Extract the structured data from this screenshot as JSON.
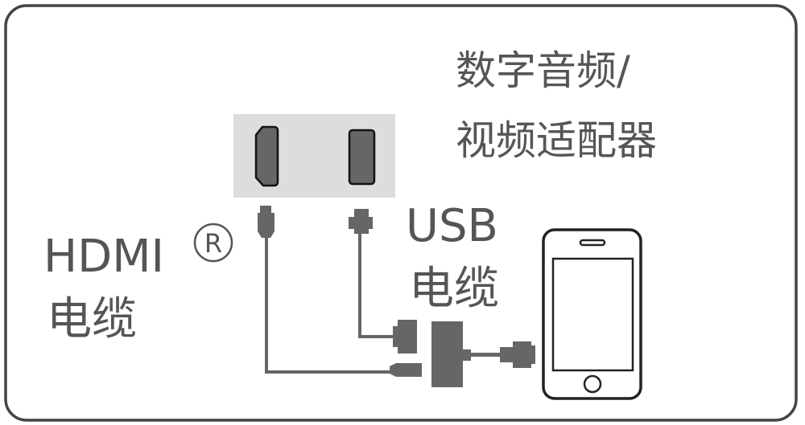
{
  "title_line1": "数字音频/",
  "title_line2": "视频适配器",
  "hdmi_label": "HDMI",
  "registered_mark": "R",
  "hdmi_cable_label": "电缆",
  "usb_label": "USB",
  "usb_cable_label": "电缆",
  "colors": {
    "stroke": "#5f5f5f",
    "port_panel": "#dcdedd",
    "frame": "#444444"
  }
}
